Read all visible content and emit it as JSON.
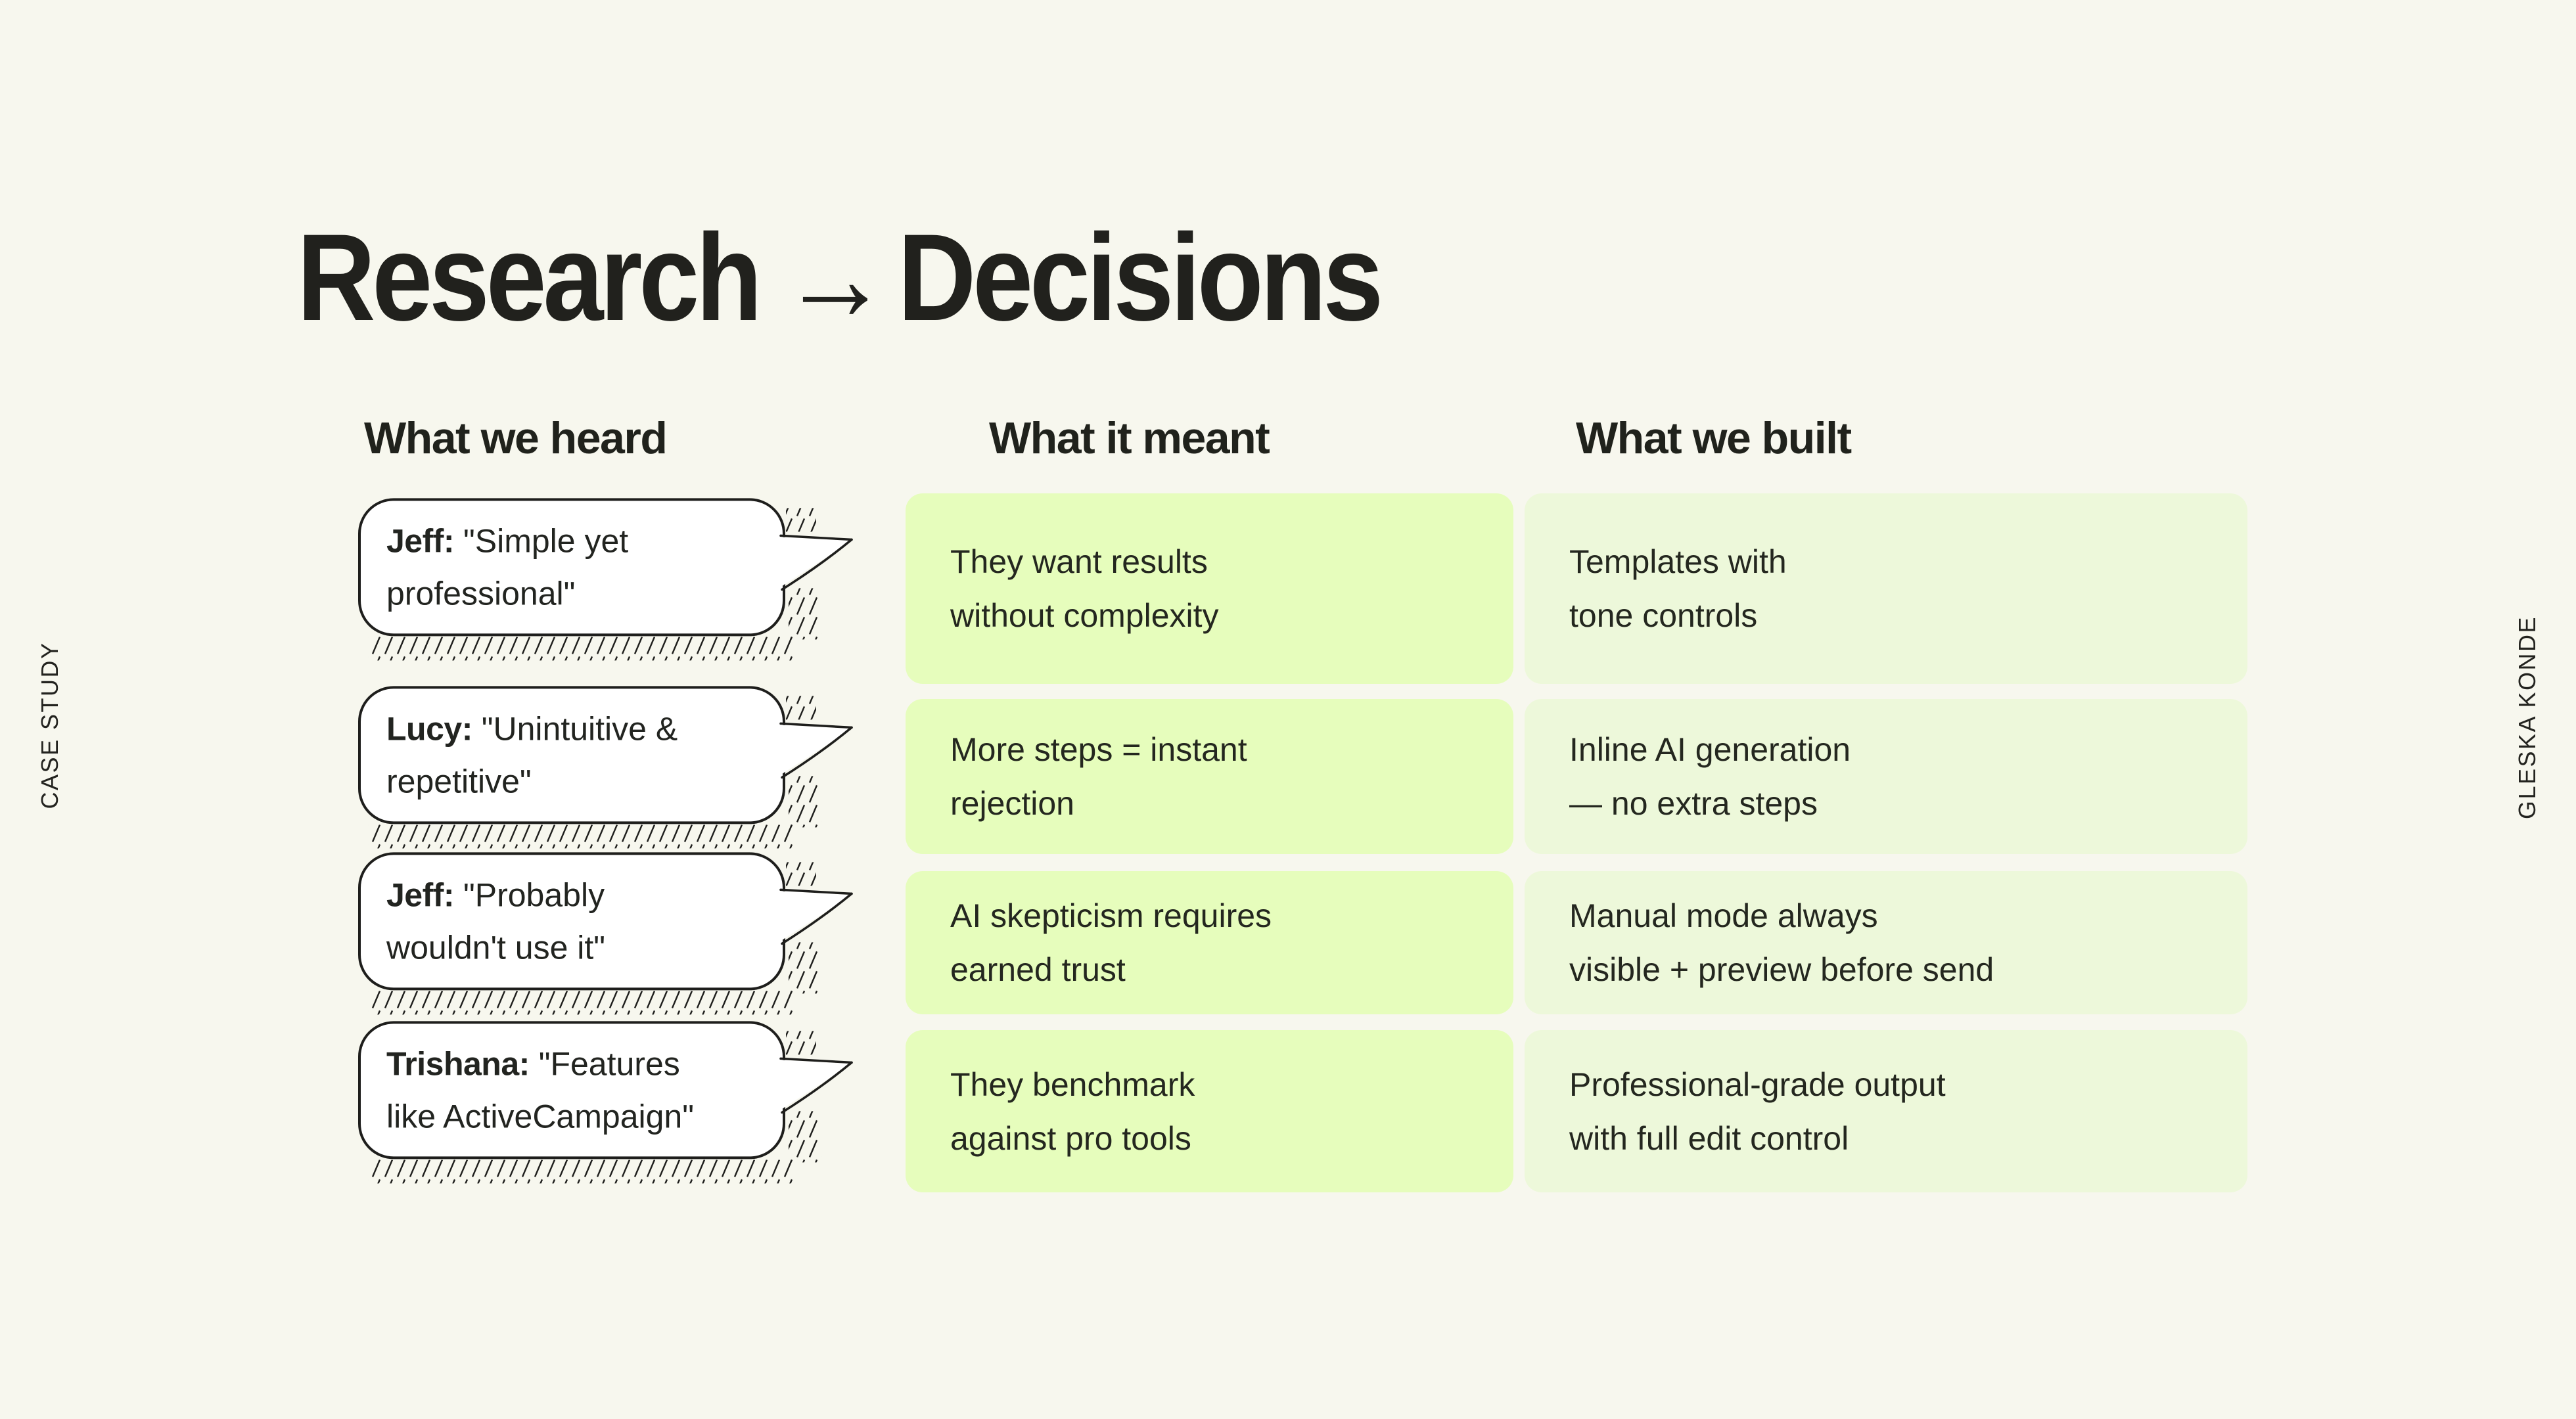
{
  "slide": {
    "title": {
      "left": "Research",
      "arrow": "→",
      "right": "Decisions"
    },
    "side_labels": {
      "left": "CASE STUDY",
      "right": "GLESKA KONDE"
    },
    "columns": {
      "heard": "What we heard",
      "meant": "What it meant",
      "built": "What we built"
    },
    "rows": [
      {
        "speaker": "Jeff:",
        "quote": "\"Simple yet\nprofessional\"",
        "meant": "They want results\nwithout complexity",
        "built": "Templates with\ntone controls"
      },
      {
        "speaker": "Lucy:",
        "quote": "\"Unintuitive &\nrepetitive\"",
        "meant": "More steps = instant\nrejection",
        "built": "Inline AI generation\n— no extra steps"
      },
      {
        "speaker": "Jeff:",
        "quote": "\"Probably\nwouldn't use it\"",
        "meant": "AI skepticism requires\nearned trust",
        "built": "Manual mode always\nvisible + preview before send"
      },
      {
        "speaker": "Trishana:",
        "quote": "\"Features\nlike ActiveCampaign\"",
        "meant": "They benchmark\nagainst pro tools",
        "built": "Professional-grade output\nwith full edit control"
      }
    ],
    "colors": {
      "background": "#f7f7ee",
      "meant_cell": "#e6fdbc",
      "built_cell": "#edf8da",
      "ink": "#24271f",
      "bubble_fill": "#ffffff",
      "bubble_stroke": "#1e1e1c"
    }
  }
}
